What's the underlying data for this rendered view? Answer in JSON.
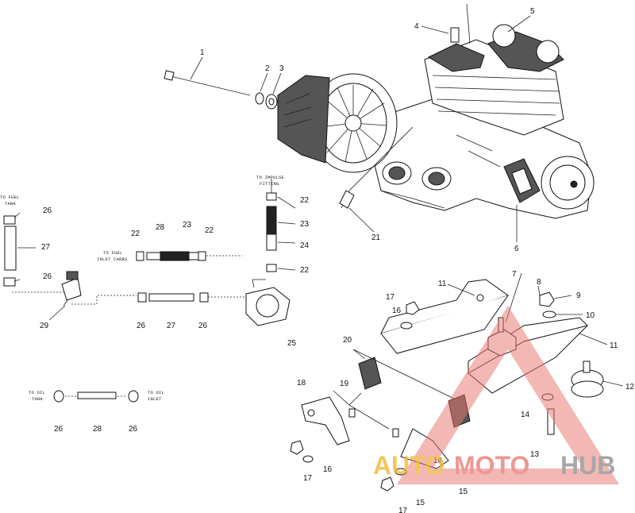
{
  "callouts": {
    "c1": "1",
    "c2": "2",
    "c3": "3",
    "c4": "4",
    "c5": "5",
    "c6": "6",
    "c7": "7",
    "c8": "8",
    "c9": "9",
    "c10": "10",
    "c11a": "11",
    "c11b": "11",
    "c12": "12",
    "c13": "13",
    "c14": "14",
    "c15a": "15",
    "c15b": "15",
    "c16a": "16",
    "c16b": "16",
    "c16c": "16",
    "c17a": "17",
    "c17b": "17",
    "c17c": "17",
    "c18": "18",
    "c19": "19",
    "c20": "20",
    "c21": "21",
    "c22a": "22",
    "c22b": "22",
    "c22c": "22",
    "c22d": "22",
    "c23a": "23",
    "c23b": "23",
    "c24": "24",
    "c25": "25",
    "c26a": "26",
    "c26b": "26",
    "c26c": "26",
    "c26d": "26",
    "c26e": "26",
    "c26f": "26",
    "c27a": "27",
    "c27b": "27",
    "c28a": "28",
    "c28b": "28",
    "c29": "29"
  },
  "notes": {
    "fuel_tank_1": "TO FUEL",
    "fuel_tank_2": "TANK",
    "impulse_1": "TO IMPULSE",
    "impulse_2": "FITTING",
    "carbs_1": "TO FUEL",
    "carbs_2": "INLET CARBS",
    "oil_tank_1": "TO OIL",
    "oil_tank_2": "TANK",
    "oil_inlet_1": "TO OIL",
    "oil_inlet_2": "INLET"
  },
  "watermark": {
    "text_a": "AUTO",
    "text_b": "MOTO",
    "text_c": "HUB",
    "color_a": "#f0b429",
    "color_b": "#e8766f",
    "color_c": "#8a8a8a"
  }
}
